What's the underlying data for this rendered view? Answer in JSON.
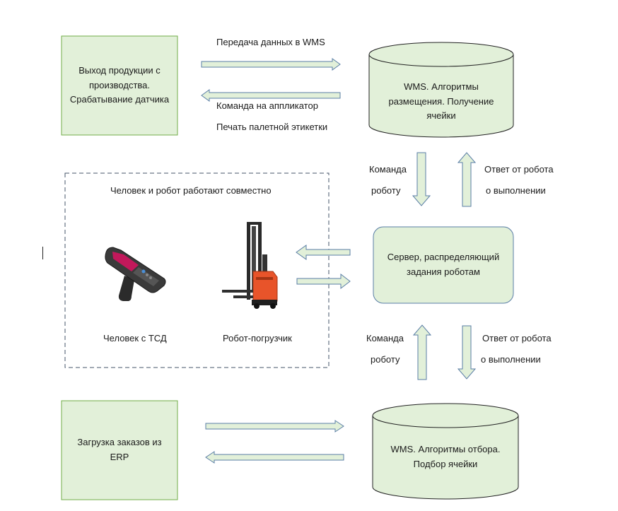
{
  "boxes": {
    "production": "Выход продукции с\nпроизводства.\nСрабатывание датчика",
    "wms_top": "WMS. Алгоритмы\nразмещения. Получение\nячейки",
    "server": "Сервер, распределяющий\nзадания роботам",
    "erp": "Загрузка заказов из\nERP",
    "wms_bottom": "WMS. Алгоритмы отбора.\nПодбор ячейки"
  },
  "arrows": {
    "data_to_wms": "Передача данных в WMS",
    "cmd_applicator": "Команда на аппликатор",
    "print_label": "Печать палетной этикетки",
    "cmd_robot_1a": "Команда",
    "cmd_robot_1b": "роботу",
    "answer_1a": "Ответ от робота",
    "answer_1b": "о выполнении",
    "cmd_robot_2a": "Команда",
    "cmd_robot_2b": "роботу",
    "answer_2a": "Ответ от робота",
    "answer_2b": "о выполнении"
  },
  "group": {
    "title": "Человек и робот работают совместно",
    "human": "Человек с ТСД",
    "robot": "Робот-погрузчик"
  },
  "icons": {
    "human": "handheld-terminal-icon",
    "robot": "forklift-robot-icon"
  },
  "colors": {
    "fill": "#e2f0d9",
    "stroke": "#70ad47",
    "arrow_stroke": "#5a7ea6",
    "group_border": "#44546a"
  }
}
